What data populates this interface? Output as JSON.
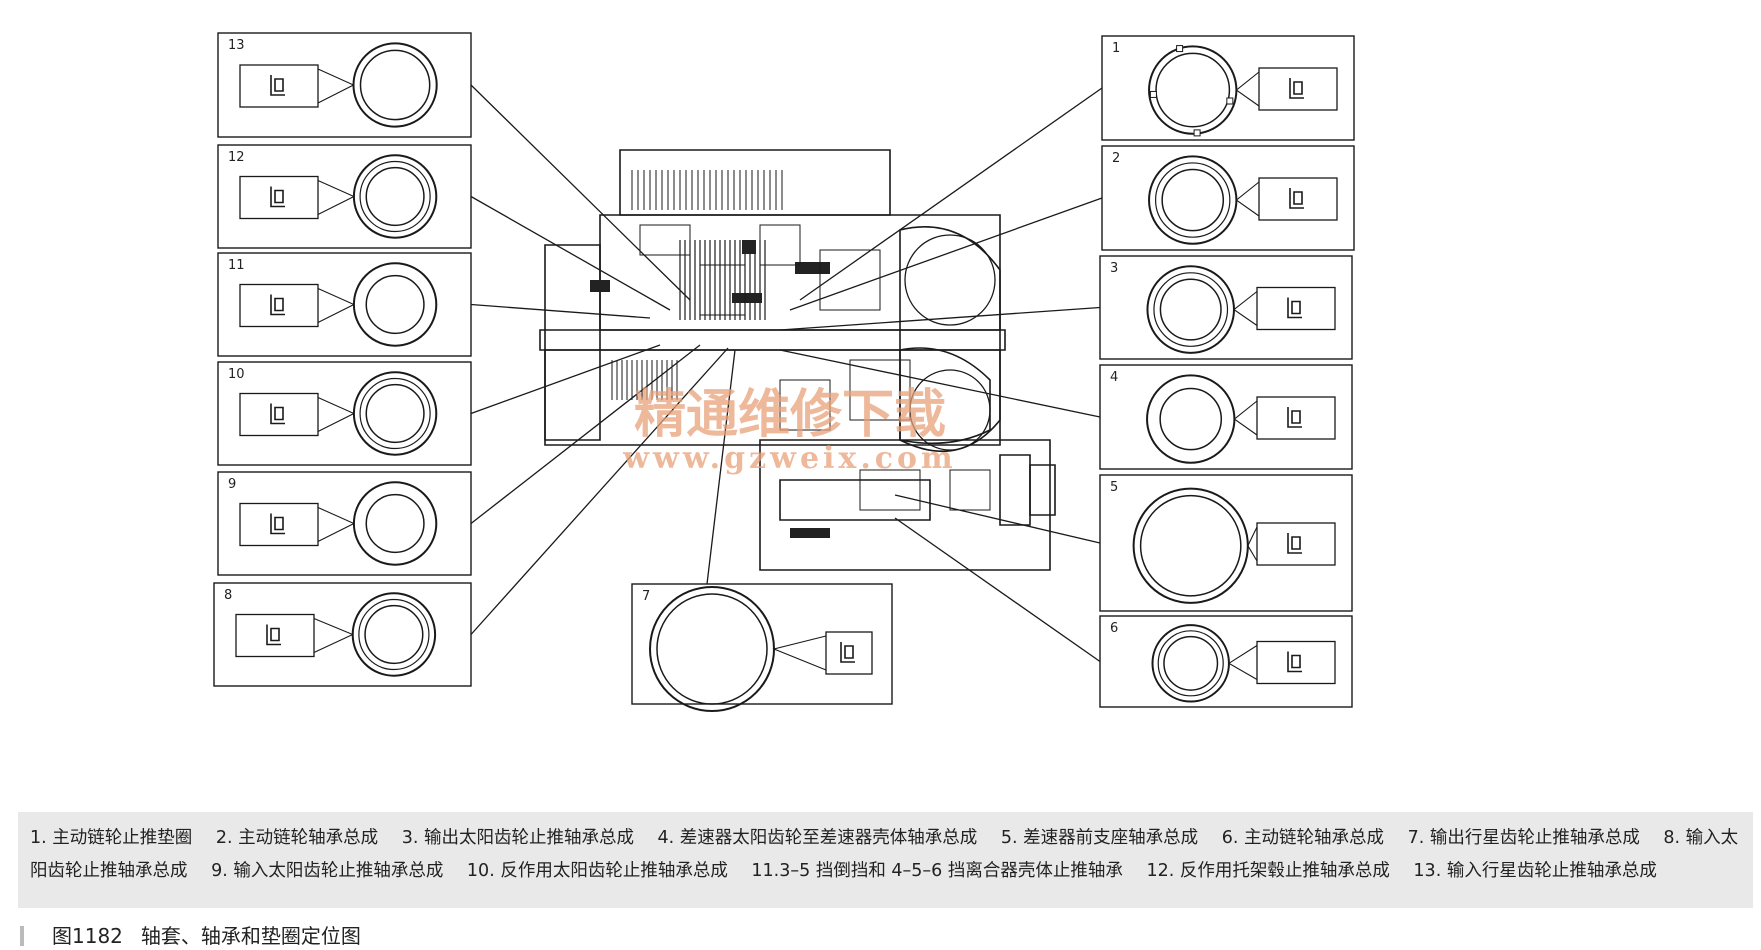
{
  "diagram_boxes": [
    {
      "num": "1",
      "kind": "ring-lug"
    },
    {
      "num": "2",
      "kind": "bearing"
    },
    {
      "num": "3",
      "kind": "bearing"
    },
    {
      "num": "4",
      "kind": "washer"
    },
    {
      "num": "5",
      "kind": "ring"
    },
    {
      "num": "6",
      "kind": "bearing"
    },
    {
      "num": "7",
      "kind": "ring"
    },
    {
      "num": "8",
      "kind": "bearing"
    },
    {
      "num": "9",
      "kind": "washer"
    },
    {
      "num": "10",
      "kind": "bearing"
    },
    {
      "num": "11",
      "kind": "washer"
    },
    {
      "num": "12",
      "kind": "bearing"
    },
    {
      "num": "13",
      "kind": "ring"
    }
  ],
  "watermark": {
    "title": "精通维修下载",
    "url": "www.gzweix.com",
    "color": "#e8a07a"
  },
  "legend": [
    "1. 主动链轮止推垫圈",
    "2. 主动链轮轴承总成",
    "3. 输出太阳齿轮止推轴承总成",
    "4. 差速器太阳齿轮至差速器壳体轴承总成",
    "5. 差速器前支座轴承总成",
    "6. 主动链轮轴承总成",
    "7. 输出行星齿轮止推轴承总成",
    "8. 输入太阳齿轮止推轴承总成",
    "9. 输入太阳齿轮止推轴承总成",
    "10. 反作用太阳齿轮止推轴承总成",
    "11.3–5 挡倒挡和 4–5–6 挡离合器壳体止推轴承",
    "12. 反作用托架毂止推轴承总成",
    "13. 输入行星齿轮止推轴承总成"
  ],
  "caption": {
    "figure": "图1182",
    "title": "轴套、轴承和垫圈定位图"
  }
}
